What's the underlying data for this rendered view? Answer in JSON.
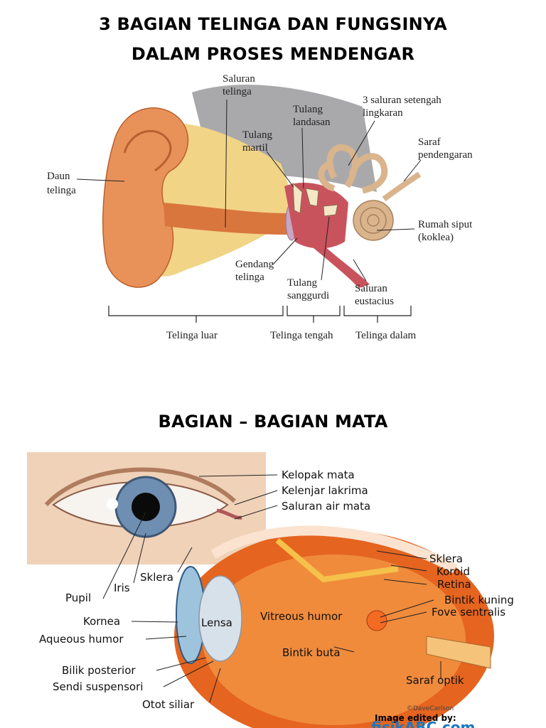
{
  "ear": {
    "title_line1": "3 BAGIAN TELINGA DAN FUNGSINYA",
    "title_line2": "DALAM PROSES MENDENGAR",
    "labels": {
      "saluran_telinga_1": "Saluran",
      "saluran_telinga_2": "telinga",
      "tulang_landasan_1": "Tulang",
      "tulang_landasan_2": "landasan",
      "tulang_martil_1": "Tulang",
      "tulang_martil_2": "martil",
      "setengah_lingkaran_1": "3 saluran setengah",
      "setengah_lingkaran_2": "lingkaran",
      "saraf_1": "Saraf",
      "saraf_2": "pendengaran",
      "daun_1": "Daun",
      "daun_2": "telinga",
      "rumah_siput_1": "Rumah siput",
      "rumah_siput_2": "(koklea)",
      "gendang_1": "Gendang",
      "gendang_2": "telinga",
      "sanggurdi_1": "Tulang",
      "sanggurdi_2": "sanggurdi",
      "eustacius_1": "Saluran",
      "eustacius_2": "eustacius"
    },
    "sections": {
      "luar": "Telinga luar",
      "tengah": "Telinga tengah",
      "dalam": "Telinga dalam"
    }
  },
  "eye": {
    "title": "BAGIAN – BAGIAN MATA",
    "labels": {
      "kelopak": "Kelopak mata",
      "lakrima": "Kelenjar lakrima",
      "saluran_air": "Saluran air mata",
      "sklera_left": "Sklera",
      "iris": "Iris",
      "pupil": "Pupil",
      "kornea": "Kornea",
      "aqueous": "Aqueous humor",
      "bilik": "Bilik posterior",
      "sendi": "Sendi suspensori",
      "otot": "Otot siliar",
      "lensa": "Lensa",
      "vitreous": "Vitreous humor",
      "bintik_buta": "Bintik buta",
      "sklera_right": "Sklera",
      "koroid": "Koroid",
      "retina": "Retina",
      "bintik_kuning": "Bintik kuning",
      "fove": "Fove sentralis",
      "saraf_optik": "Saraf optik"
    },
    "credit": "©DaveCarlson",
    "edited_by": "Image edited by:",
    "brand": "fisikABC.com"
  },
  "colors": {
    "skin": "#e8925a",
    "ear_canal": "#d8763e",
    "bone": "#f2d487",
    "inner_ear": "#d9b48c",
    "gray": "#a9a9ab",
    "eyeball": "#e5641f",
    "iris": "#6f8fb2",
    "brand_accent": "#1a78c2"
  }
}
